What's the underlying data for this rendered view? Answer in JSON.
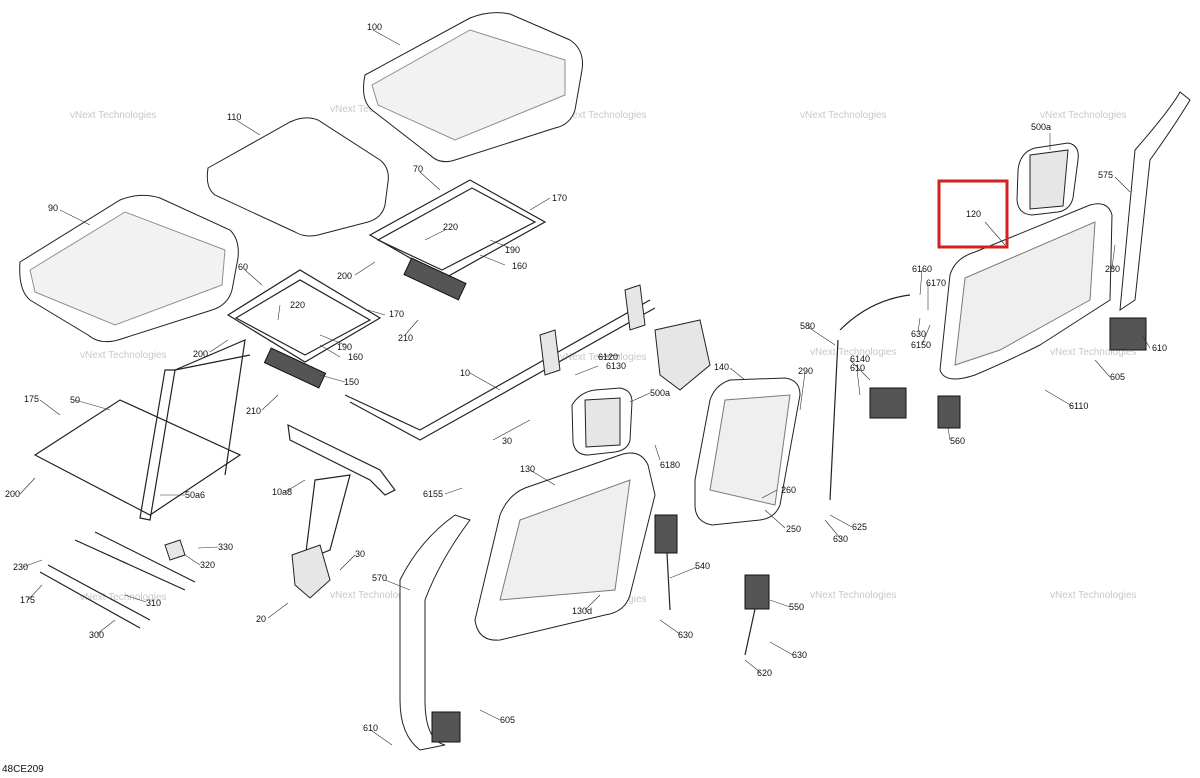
{
  "diagram_code": "48CE209",
  "highlight_color": "#d32020",
  "watermark_text": "vNext Technologies",
  "part_labels": {
    "p100": "100",
    "p110": "110",
    "p90": "90",
    "p70": "70",
    "p170a": "170",
    "p220a": "220",
    "p190a": "190",
    "p160a": "160",
    "p200a": "200",
    "p60": "60",
    "p220b": "220",
    "p170b": "170",
    "p190b": "190",
    "p160b": "160",
    "p210a": "210",
    "p200b": "200",
    "p150": "150",
    "p210b": "210",
    "p175a": "175",
    "p50": "50",
    "p10": "10",
    "p6120": "6120",
    "p6130": "6130",
    "p500a_mid": "500a",
    "p30a": "30",
    "p6180": "6180",
    "p200c": "200",
    "p50a6": "50a6",
    "p10a8": "10a8",
    "p6155": "6155",
    "p130": "130",
    "p140": "140",
    "p290": "290",
    "p260": "260",
    "p250": "250",
    "p330": "330",
    "p320": "320",
    "p230": "230",
    "p310": "310",
    "p175b": "175",
    "p300": "300",
    "p30b": "30",
    "p20": "20",
    "p570": "570",
    "p130d": "130d",
    "p540": "540",
    "p630a": "630",
    "p550": "550",
    "p630b": "630",
    "p620": "620",
    "p605a": "605",
    "p610a": "610",
    "p580": "580",
    "p6140": "6140",
    "p610b": "610",
    "p625": "625",
    "p630c": "630",
    "p560": "560",
    "p6160": "6160",
    "p6170": "6170",
    "p630d": "630",
    "p6150": "6150",
    "p120": "120",
    "p500a_top": "500a",
    "p575": "575",
    "p280": "280",
    "p610c": "610",
    "p605b": "605",
    "p6110": "6110"
  }
}
